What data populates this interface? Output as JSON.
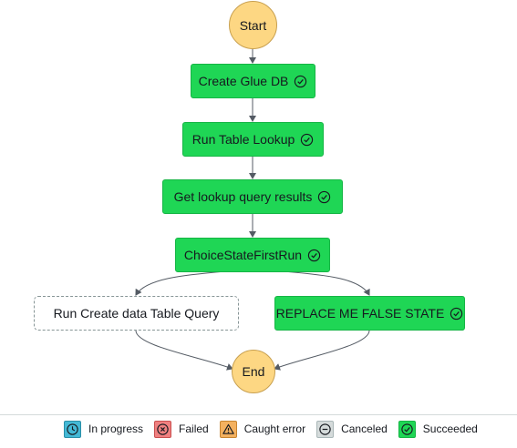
{
  "graph": {
    "start": "Start",
    "end": "End",
    "states": {
      "create_glue_db": "Create Glue DB",
      "run_table_lookup": "Run Table Lookup",
      "get_lookup_query_results": "Get lookup query results",
      "choice_state_first_run": "ChoiceStateFirstRun",
      "run_create_data_table_query": "Run Create data Table Query",
      "replace_me_false_state": "REPLACE ME FALSE STATE"
    },
    "state_status": {
      "create_glue_db": "succeeded",
      "run_table_lookup": "succeeded",
      "get_lookup_query_results": "succeeded",
      "choice_state_first_run": "succeeded",
      "run_create_data_table_query": "not-run",
      "replace_me_false_state": "succeeded"
    }
  },
  "legend": {
    "in_progress": "In progress",
    "failed": "Failed",
    "caught_error": "Caught error",
    "canceled": "Canceled",
    "succeeded": "Succeeded"
  },
  "colors": {
    "succeeded": "#1fd655",
    "terminal": "#fdd783",
    "in_progress": "#44b9d6",
    "failed": "#f08080",
    "caught_error": "#f4b15f",
    "canceled": "#d5dbdb",
    "edge": "#545b64"
  },
  "icons": {
    "succeeded": "check-circle-icon",
    "in_progress": "clock-icon",
    "failed": "x-circle-icon",
    "caught_error": "warning-triangle-icon",
    "canceled": "minus-circle-icon"
  }
}
